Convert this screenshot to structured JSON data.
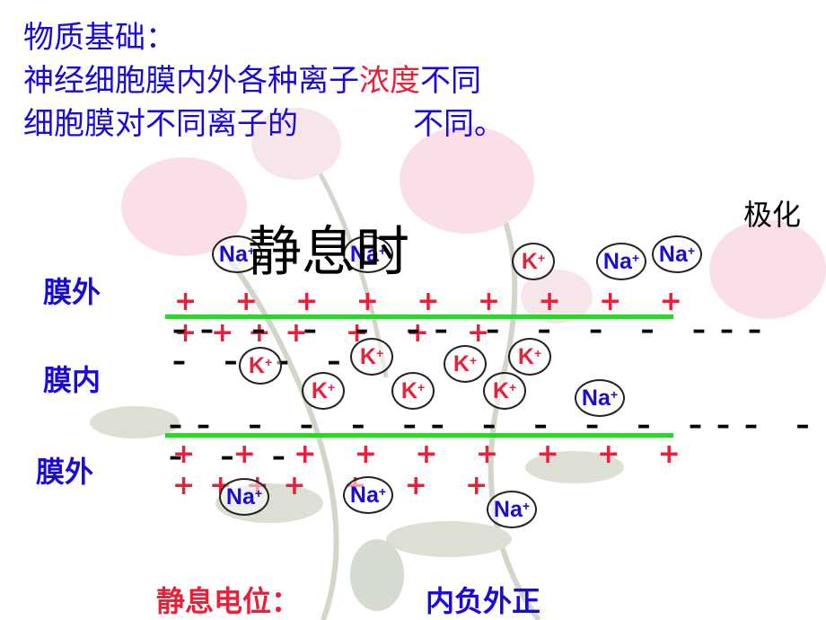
{
  "header": {
    "line1": "物质基础：",
    "line2_pre": "神经细胞膜内外各种离子",
    "line2_red": "浓度",
    "line2_post": "不同",
    "line3_pre": "细胞膜对不同离子的",
    "line3_post": "不同。"
  },
  "state_label": "极化",
  "diagram_title": "静息时",
  "labels": {
    "outside_top": "膜外",
    "inside": "膜内",
    "outside_bottom": "膜外"
  },
  "ions": {
    "na": "Na",
    "k": "K",
    "charge": "+"
  },
  "charges": {
    "top_plus": "+ + + +  + + + + + ++++ + + +",
    "top_minus": "–– – – – –– – – – – ––– – – – –",
    "bottom_minus": "–– – – – –– – – – – ––– – – – –",
    "bottom_plus": "+ + + +  + + + + + ++++ + + +"
  },
  "footer": {
    "label": "静息电位：",
    "value": "内负外正"
  },
  "colors": {
    "blue_text": "#1a0ad6",
    "red_text": "#e8203a",
    "membrane": "#2fd22f"
  }
}
